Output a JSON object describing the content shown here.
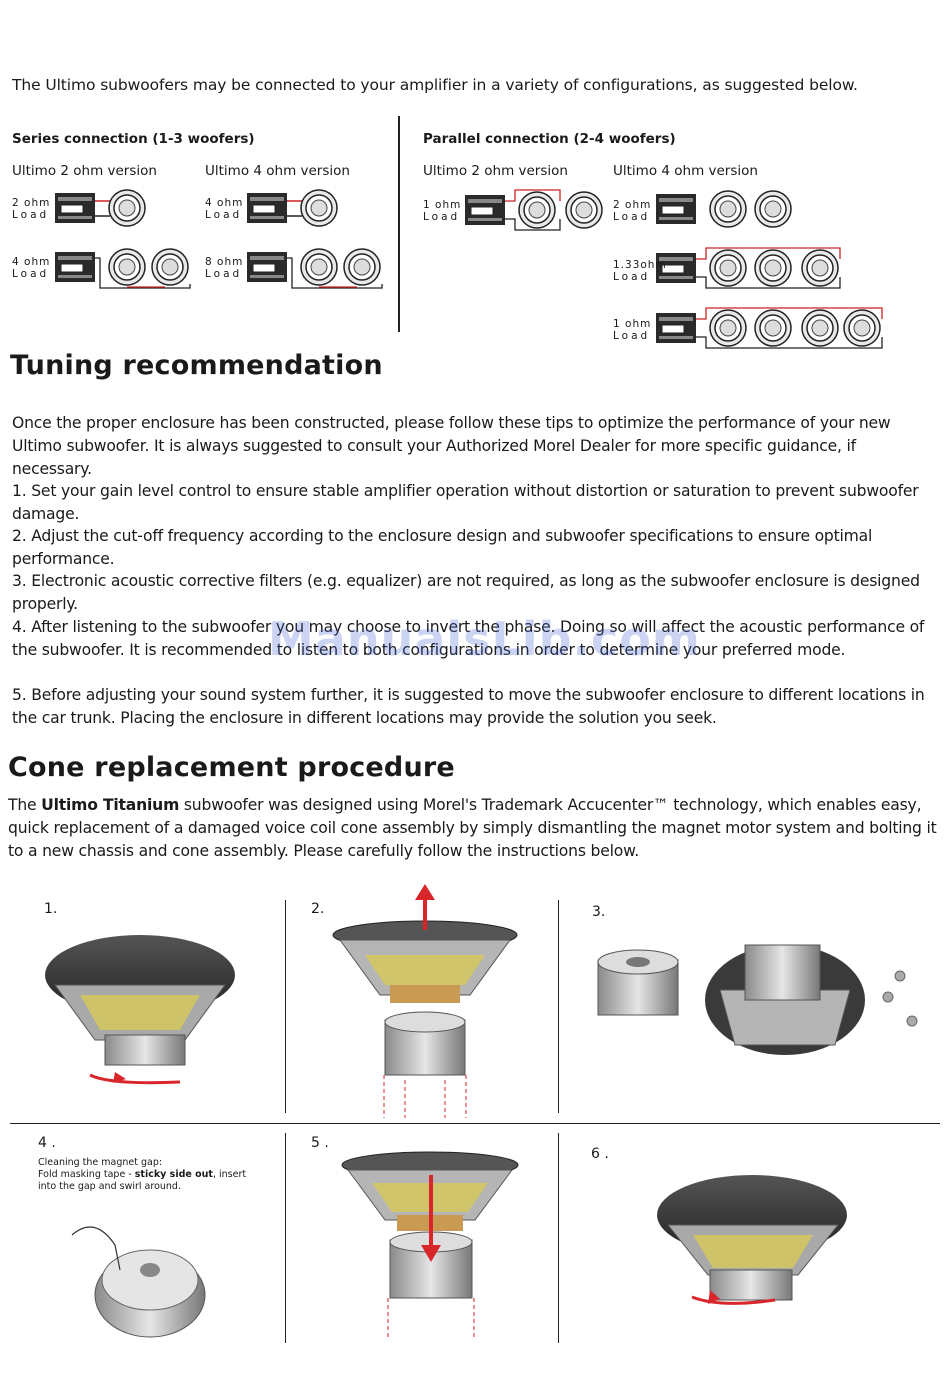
{
  "intro": "The Ultimo subwoofers may be connected to your amplifier in a variety of configurations, as suggested below.",
  "series": {
    "title": "Series connection (1-3 woofers)",
    "v2": "Ultimo 2 ohm version",
    "v4": "Ultimo 4 ohm version",
    "loads": [
      {
        "value": "2 ohm",
        "word": "Load"
      },
      {
        "value": "4 ohm",
        "word": "Load"
      },
      {
        "value": "4 ohm",
        "word": "Load"
      },
      {
        "value": "8 ohm",
        "word": "Load"
      }
    ]
  },
  "parallel": {
    "title": "Parallel connection (2-4 woofers)",
    "v2": "Ultimo 2 ohm version",
    "v4": "Ultimo 4 ohm version",
    "loads": [
      {
        "value": "1 ohm",
        "word": "Load"
      },
      {
        "value": "2 ohm",
        "word": "Load"
      },
      {
        "value": "1.33ohm",
        "word": "Load"
      },
      {
        "value": "1 ohm",
        "word": "Load"
      }
    ]
  },
  "tuning": {
    "heading": "Tuning recommendation",
    "intro": "Once the proper enclosure has been constructed, please follow these tips to optimize the performance of your new Ultimo subwoofer. It is always suggested to consult your Authorized Morel Dealer for more specific guidance, if necessary.",
    "items": [
      "1. Set your gain level control to ensure stable amplifier operation without distortion or saturation to prevent subwoofer damage.",
      "2. Adjust the cut-off frequency according to the enclosure design and subwoofer specifications to ensure optimal performance.",
      "3. Electronic acoustic corrective filters (e.g. equalizer) are not required, as long as the subwoofer enclosure is designed properly.",
      "4. After listening to the subwoofer you may choose to invert the phase. Doing so will affect the acoustic performance of the subwoofer. It is recommended to listen to both configurations in order to determine your preferred mode.",
      "5. Before adjusting your sound system further, it is suggested to move the subwoofer enclosure to different locations in the car trunk. Placing the enclosure in different locations may provide the solution you seek."
    ]
  },
  "cone": {
    "heading": "Cone replacement procedure",
    "intro_pre": "The ",
    "intro_brand": "Ultimo Titanium",
    "intro_post": " subwoofer was designed using Morel's Trademark Accucenter™ technology, which enables easy, quick replacement of a damaged voice coil cone assembly by simply dismantling the magnet motor system and bolting it to a new chassis and cone assembly.  Please carefully follow the instructions below.",
    "steps": [
      "1.",
      "2.",
      "3.",
      "4 .",
      "5 .",
      "6 ."
    ],
    "step4_title": "Cleaning the magnet gap:",
    "step4_pre": "Fold masking tape - ",
    "step4_bold": "sticky side out",
    "step4_post": ", insert into the gap and swirl around."
  },
  "watermark": "ManualsLib.com",
  "colors": {
    "arrow": "#d8262b",
    "wire": "#cc2222",
    "text": "#1a1a1a",
    "coil": "#d8c95a"
  }
}
